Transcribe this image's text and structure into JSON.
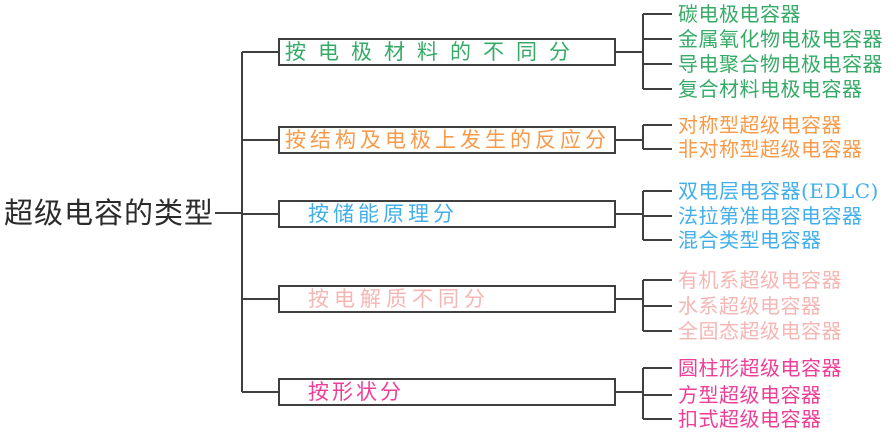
{
  "root": {
    "label": "超级电容的类型"
  },
  "colors": {
    "line": "#3f3f3f",
    "root_text": "#2b2b2b",
    "green": "#35ab67",
    "orange": "#f89a4a",
    "blue": "#42afec",
    "pink": "#f5b6b4",
    "magenta": "#ee3e97"
  },
  "branches": [
    {
      "label": "按电极材料的不同分",
      "color": "#35ab67",
      "items": [
        "碳电极电容器",
        "金属氧化物电极电容器",
        "导电聚合物电极电容器",
        "复合材料电极电容器"
      ]
    },
    {
      "label": "按结构及电极上发生的反应分",
      "color": "#f89a4a",
      "items": [
        "对称型超级电容器",
        "非对称型超级电容器"
      ]
    },
    {
      "label": "按储能原理分",
      "color": "#42afec",
      "items": [
        "双电层电容器(EDLC)",
        "法拉第准电容电容器",
        "混合类型电容器"
      ]
    },
    {
      "label": "按电解质不同分",
      "color": "#f5b6b4",
      "items": [
        "有机系超级电容器",
        "水系超级电容器",
        "全固态超级电容器"
      ]
    },
    {
      "label": "按形状分",
      "color": "#ee3e97",
      "items": [
        "圆柱形超级电容器",
        "方型超级电容器",
        "扣式超级电容器"
      ]
    }
  ]
}
